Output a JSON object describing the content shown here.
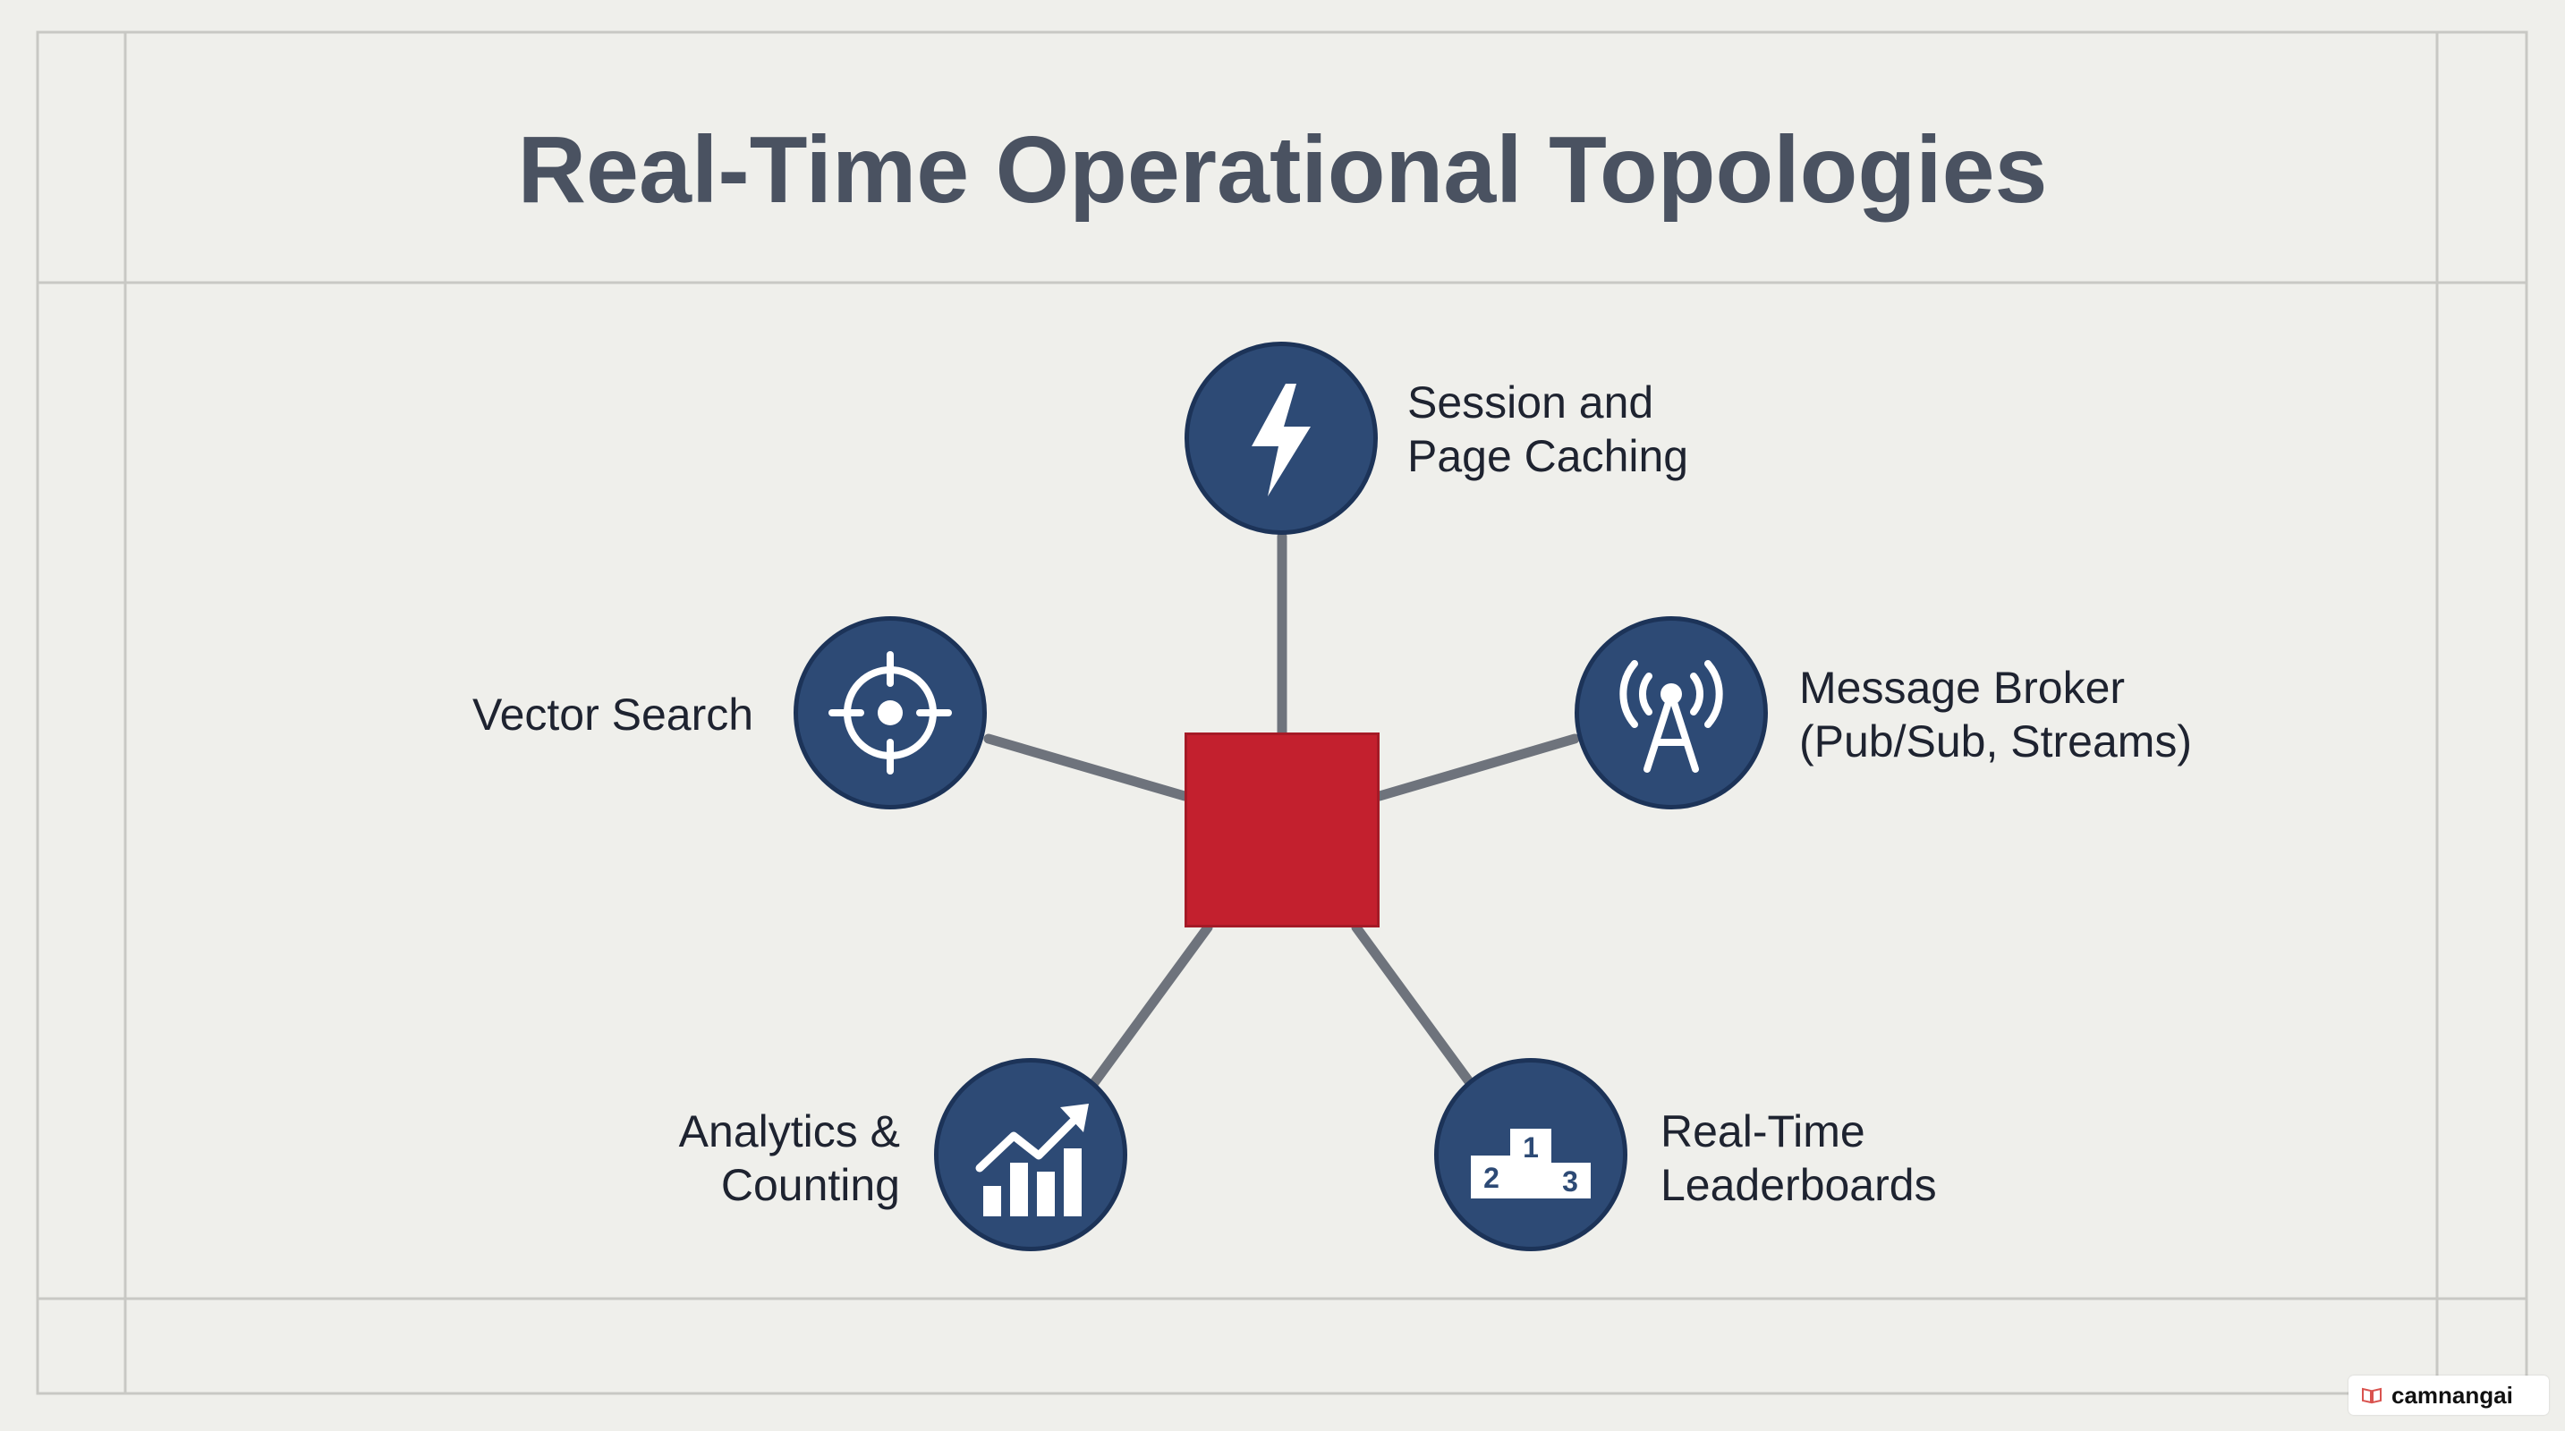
{
  "title": "Real-Time Operational Topologies",
  "colors": {
    "node_fill": "#2d4a75",
    "hub_fill": "#c3202e",
    "connector": "#6e737c",
    "background": "#efefeb"
  },
  "diagram": {
    "hub": {
      "name": "central-hub"
    },
    "nodes": [
      {
        "id": "session",
        "label": "Session and\nPage Caching",
        "icon": "lightning-bolt-icon"
      },
      {
        "id": "broker",
        "label": "Message Broker\n(Pub/Sub, Streams)",
        "icon": "antenna-tower-icon"
      },
      {
        "id": "leaderboards",
        "label": "Real-Time\nLeaderboards",
        "icon": "podium-icon"
      },
      {
        "id": "analytics",
        "label": "Analytics &\nCounting",
        "icon": "trending-chart-icon"
      },
      {
        "id": "vector",
        "label": "Vector Search",
        "icon": "crosshair-icon"
      }
    ],
    "podium_numbers": [
      "2",
      "1",
      "3"
    ]
  },
  "watermark": {
    "text": "camnangai",
    "icon": "book-icon"
  }
}
